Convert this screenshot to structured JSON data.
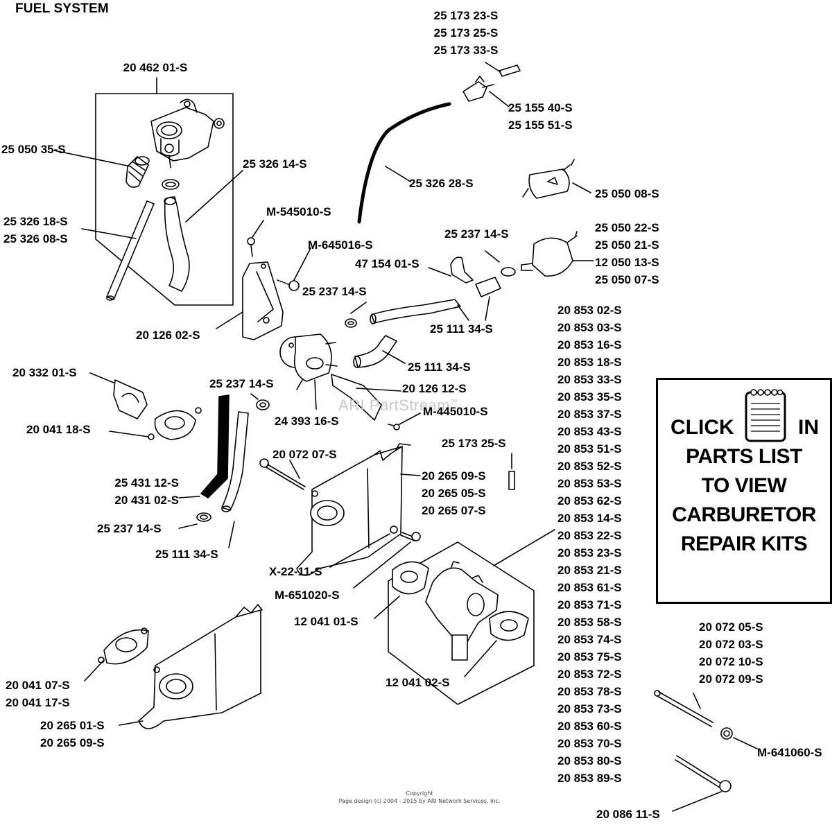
{
  "title": "FUEL SYSTEM",
  "watermark": "ARI PartStream",
  "watermark_tm": "™",
  "labels": {
    "top_right_group": [
      "25 173 23-S",
      "25 173 25-S",
      "25 173 33-S"
    ],
    "shutoff_valve_assy": "20 462 01-S",
    "valve_pins": [
      "25 155 40-S",
      "25 155 51-S"
    ],
    "filter_screen": "25 050 35-S",
    "hose_26_14": "25 326 14-S",
    "fuel_line_long": "25 326 28-S",
    "filter_upper": "25 050 08-S",
    "hose_pair_upper": [
      "25 326 18-S",
      "25 326 08-S"
    ],
    "screw_545010": "M-545010-S",
    "screw_645016": "M-645016-S",
    "clamp_upper_right": "25 237 14-S",
    "filter_group": [
      "25 050 22-S",
      "25 050 21-S",
      "12 050 13-S",
      "25 050 07-S"
    ],
    "bracket_clip": "47 154 01-S",
    "clamp_middle": "25 237 14-S",
    "bracket_126": "20 126 02-S",
    "hose_111_upper": "25 111 34-S",
    "hose_111_middle": "25 111 34-S",
    "heat_shield": "20 332 01-S",
    "clamp_left": "25 237 14-S",
    "bracket_126_12": "20 126 12-S",
    "screw_445010": "M-445010-S",
    "gasket_41_18": "20 041 18-S",
    "fuel_pump": "24 393 16-S",
    "pin_173_25": "25 173 25-S",
    "stud_072_07": "20 072 07-S",
    "intake_group": [
      "20 265 09-S",
      "20 265 05-S",
      "20 265 07-S"
    ],
    "hose_431_group": [
      "25 431 12-S",
      "20 431 02-S"
    ],
    "clamp_lower": "25 237 14-S",
    "hose_111_lower": "25 111 34-S",
    "washer_x22": "X-22-11-S",
    "bolt_651020": "M-651020-S",
    "gasket_12_041_01": "12 041 01-S",
    "gasket_12_041_02": "12 041 02-S",
    "gasket_lower_group": [
      "20 041 07-S",
      "20 041 17-S"
    ],
    "intake_lower_group": [
      "20 265 01-S",
      "20 265 09-S"
    ],
    "stud_group": [
      "20 072 05-S",
      "20 072 03-S",
      "20 072 10-S",
      "20 072 09-S"
    ],
    "nut_641060": "M-641060-S",
    "bolt_086": "20 086 11-S",
    "carburetor_list": [
      "20 853 02-S",
      "20 853 03-S",
      "20 853 16-S",
      "20 853 18-S",
      "20 853 33-S",
      "20 853 35-S",
      "20 853 37-S",
      "20 853 43-S",
      "20 853 51-S",
      "20 853 52-S",
      "20 853 53-S",
      "20 853 62-S",
      "20 853 14-S",
      "20 853 22-S",
      "20 853 23-S",
      "20 853 21-S",
      "20 853 61-S",
      "20 853 71-S",
      "20 853 58-S",
      "20 853 74-S",
      "20 853 75-S",
      "20 853 72-S",
      "20 853 78-S",
      "20 853 73-S",
      "20 853 60-S",
      "20 853 70-S",
      "20 853 80-S",
      "20 853 89-S"
    ]
  },
  "callout": {
    "click": "CLICK",
    "in": "IN",
    "line1": "PARTS LIST",
    "line2": "TO VIEW",
    "line3": "CARBURETOR",
    "line4": "REPAIR KITS",
    "icon": "notepad-icon"
  },
  "copyright": {
    "line1": "Copyright",
    "line2": "Page design (c) 2004 - 2015 by ARI Network Services, Inc."
  }
}
